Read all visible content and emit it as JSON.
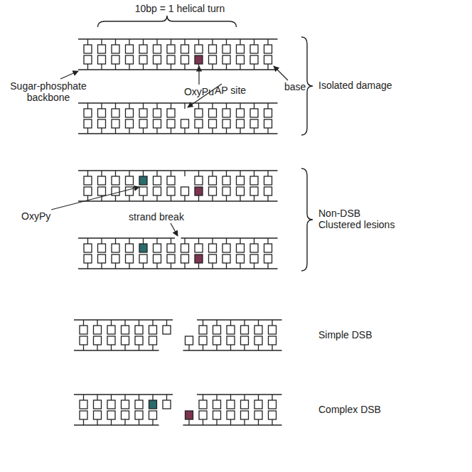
{
  "diagram": {
    "labels": [
      "10bp = 1 helical turn",
      "Sugar-phosphate backbone",
      "OxyPu",
      "AP site",
      "base",
      "Isolated damage",
      "OxyPy",
      "strand break",
      "Non-DSB Clustered lesions",
      "Simple DSB",
      "Complex DSB"
    ]
  }
}
